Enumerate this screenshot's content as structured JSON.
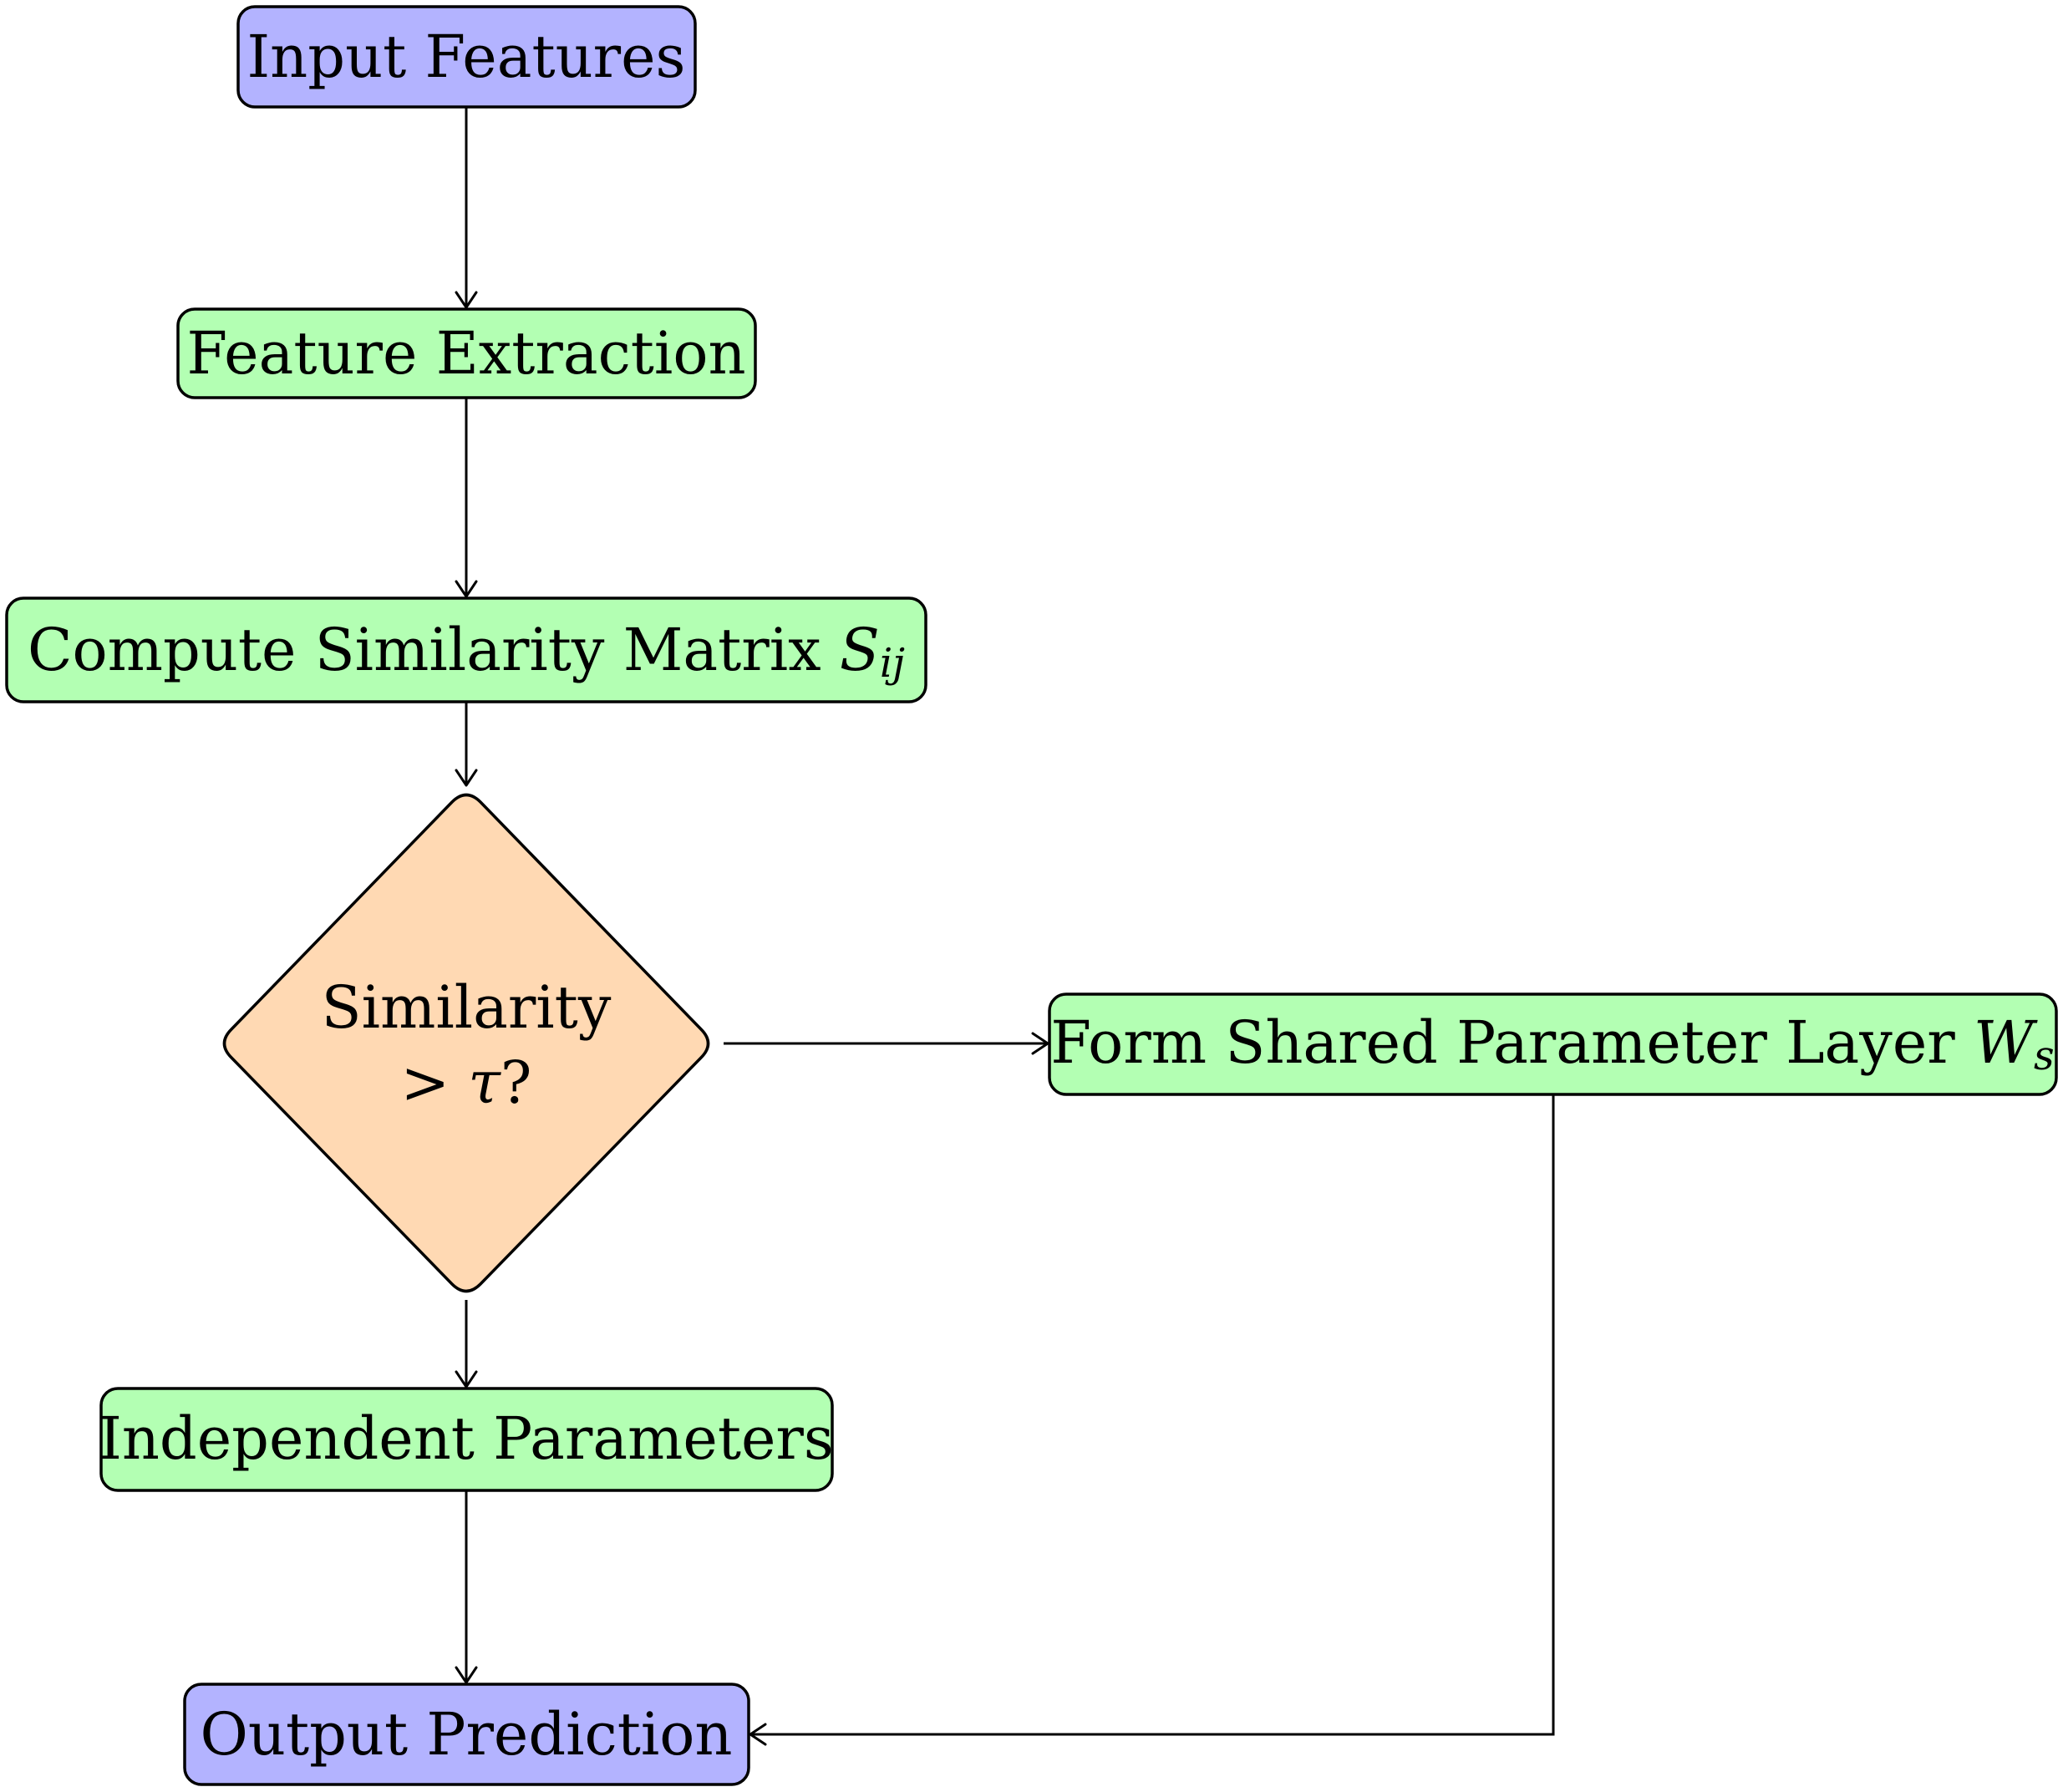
{
  "nodes": {
    "input_features": {
      "label": "Input Features",
      "fill": "#b3b3ff"
    },
    "feature_extraction": {
      "label": "Feature Extraction",
      "fill": "#b3ffb3"
    },
    "similarity_matrix": {
      "label": "Compute Similarity Matrix ",
      "math": "S",
      "sub": "ij",
      "fill": "#b3ffb3"
    },
    "decision": {
      "line1": "Similarity",
      "line2_op": ">",
      "line2_var": "τ",
      "line2_end": "?",
      "fill": "#ffd9b3"
    },
    "shared_layer": {
      "label": "Form Shared Parameter Layer ",
      "math": "W",
      "sub": "s",
      "fill": "#b3ffb3"
    },
    "independent": {
      "label": "Independent Parameters",
      "fill": "#b3ffb3"
    },
    "output": {
      "label": "Output Prediction",
      "fill": "#b3b3ff"
    }
  }
}
